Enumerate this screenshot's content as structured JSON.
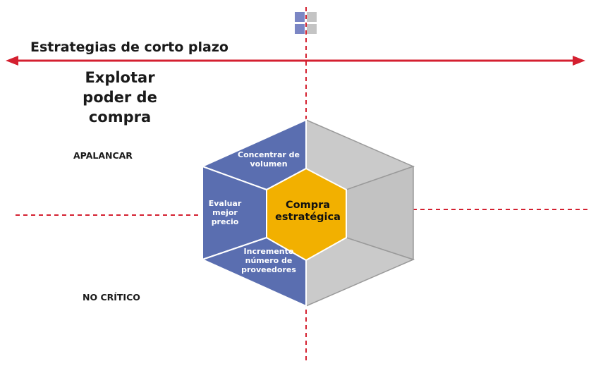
{
  "header": {
    "arrow_label": "Estrategias de corto plazo",
    "strategy_title_line1": "Explotar",
    "strategy_title_line2": "poder de compra"
  },
  "quadrants": {
    "top_left": "APALANCAR",
    "bottom_left": "NO CRÍTICO"
  },
  "hexagon": {
    "center": {
      "line1": "Compra",
      "line2": "estratégica"
    },
    "segments": {
      "top": {
        "line1": "Concentrar de",
        "line2": "volumen"
      },
      "left": {
        "line1": "Evaluar",
        "line2": "mejor",
        "line3": "precio"
      },
      "bottom": {
        "line1": "Incremento",
        "line2": "número de",
        "line3": "proveedores"
      }
    }
  },
  "icons": {
    "matrix": "quadrant-matrix-icon",
    "arrow": "double-headed-arrow-icon"
  },
  "colors": {
    "arrow": "#d42030",
    "dashed_axis": "#d42030",
    "blue_segment": "#5a6eb0",
    "gray_segment": "#c8c8c8",
    "center": "#f2b000",
    "text": "#1a1a1a"
  }
}
